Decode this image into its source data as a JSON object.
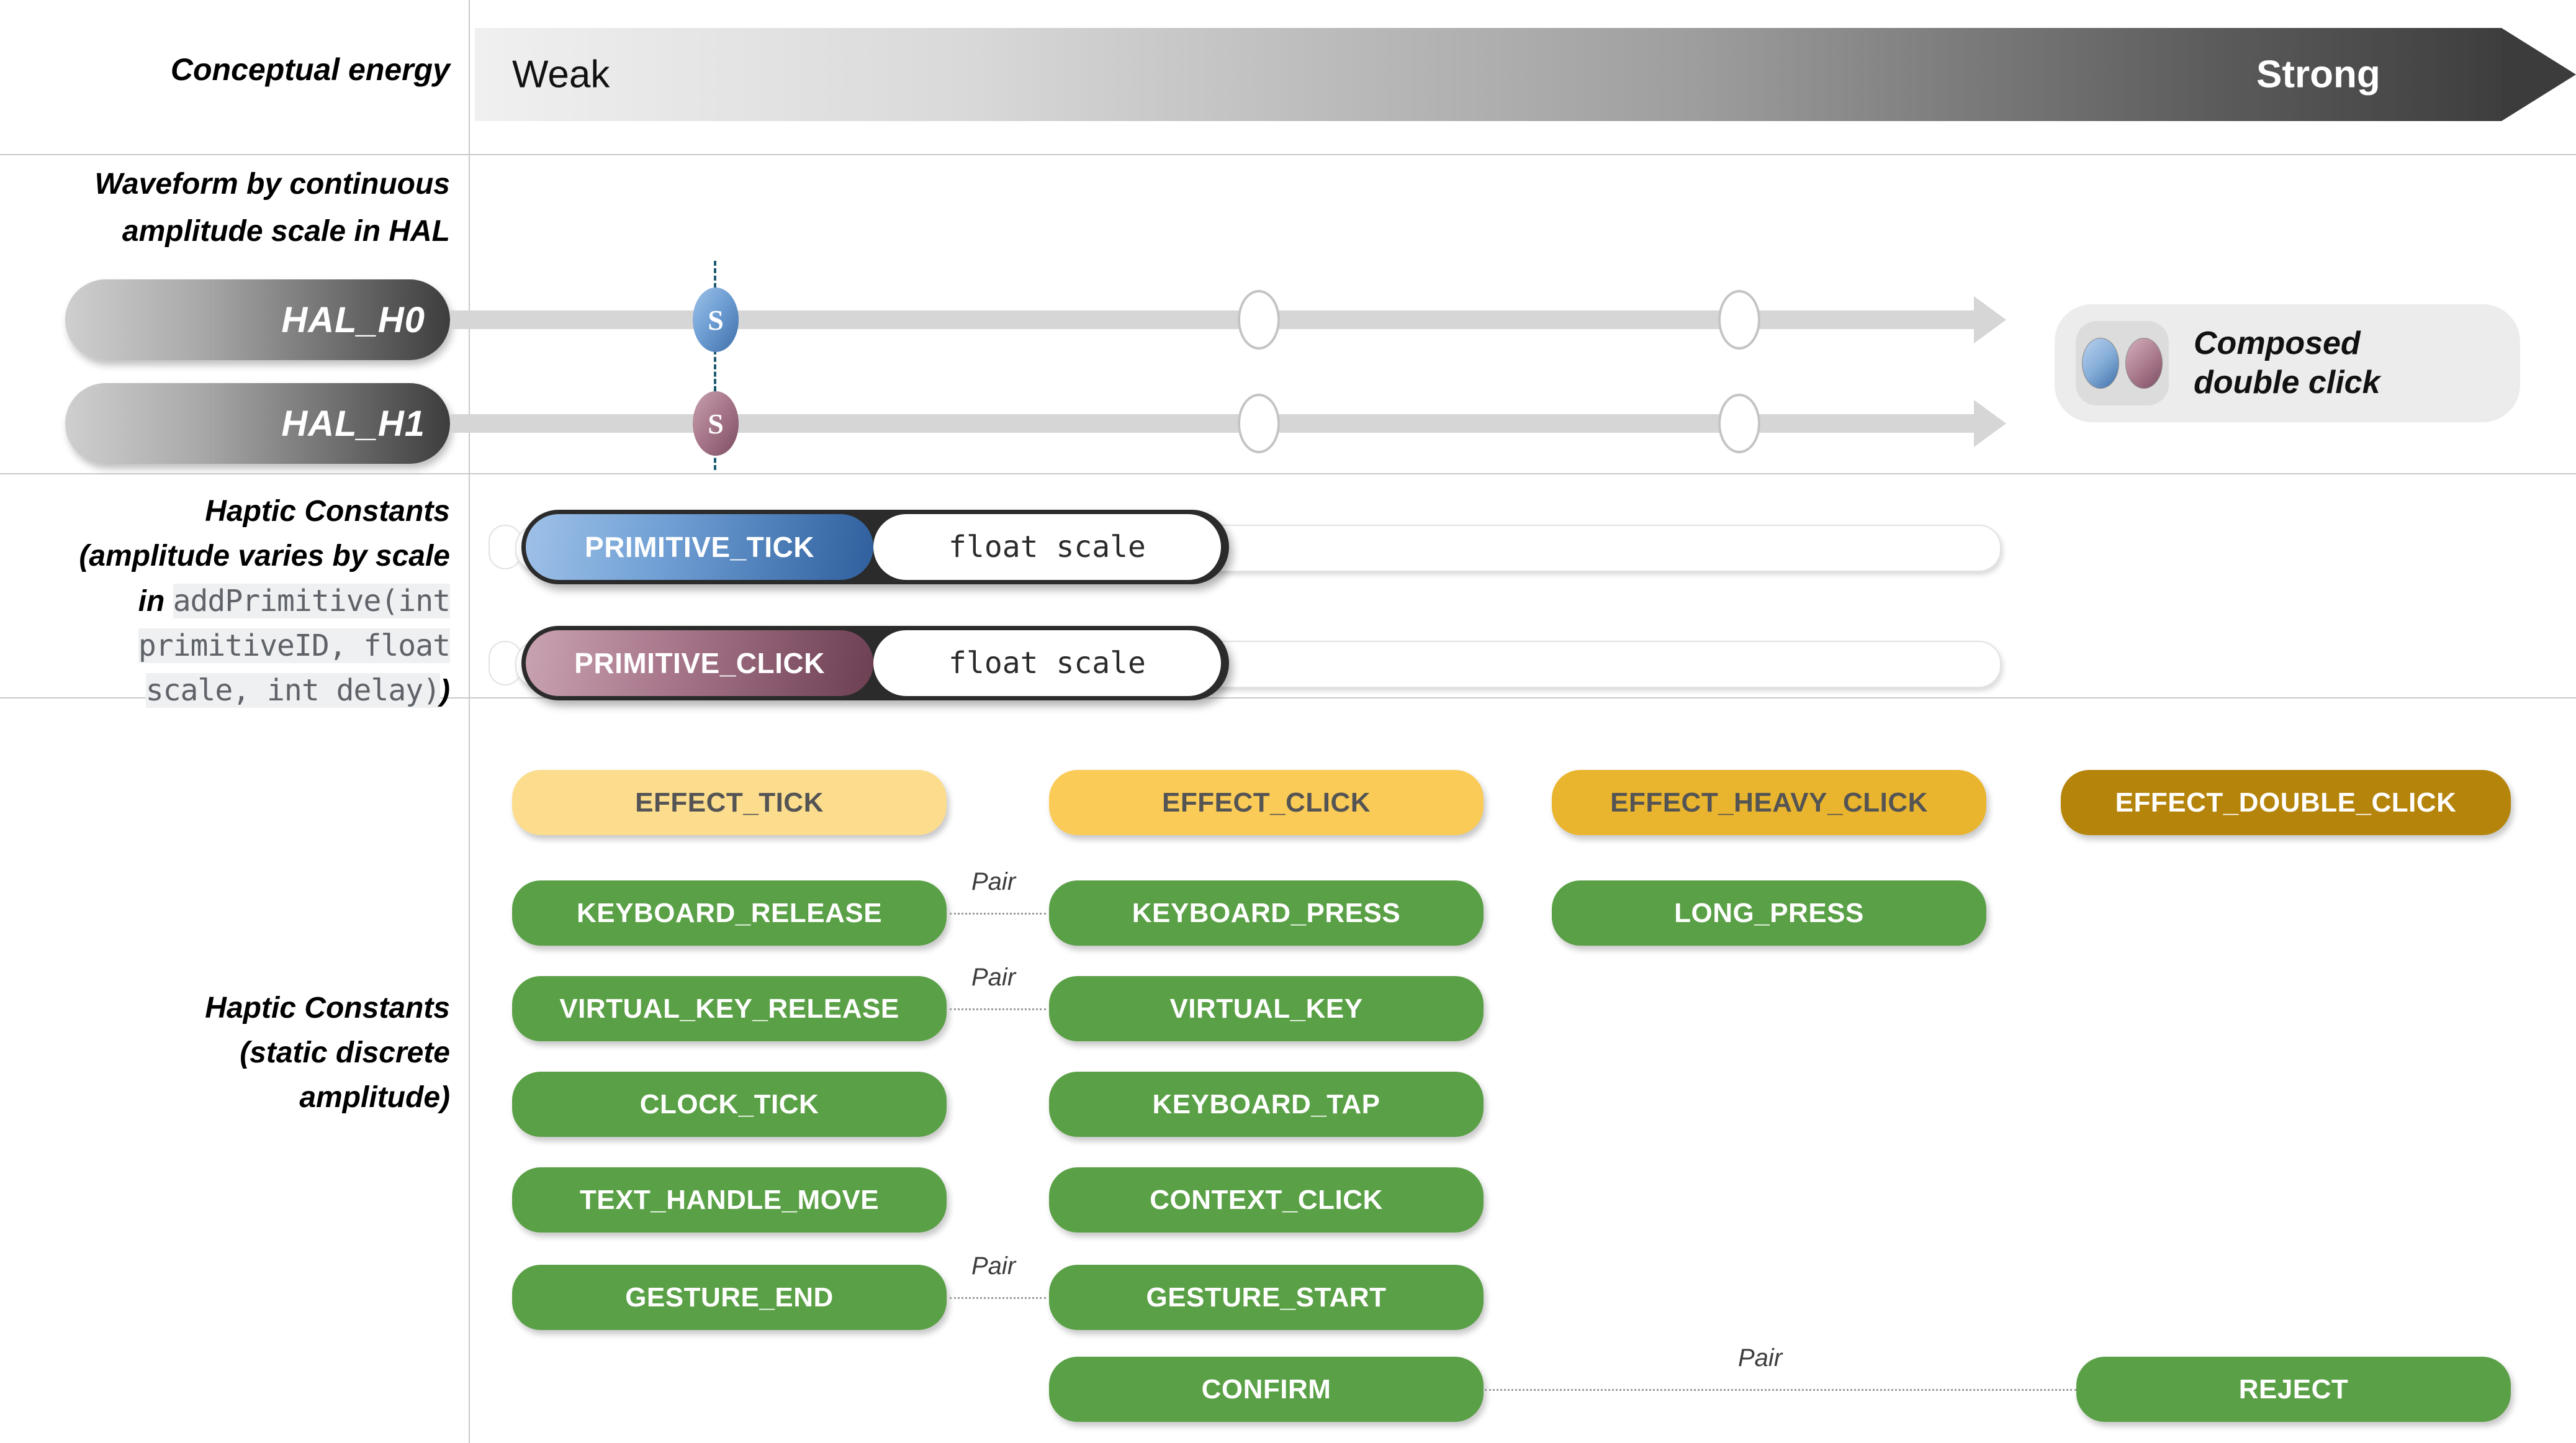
{
  "rows": {
    "energy": {
      "label": "Conceptual energy",
      "weak": "Weak",
      "strong": "Strong"
    },
    "waveform": {
      "label_line1": "Waveform by continuous",
      "label_line2": "amplitude scale in HAL",
      "chips": [
        {
          "name": "HAL_H0",
          "marker": "S",
          "marker_color": "#5f8fc4"
        },
        {
          "name": "HAL_H1",
          "marker": "S",
          "marker_color": "#9b7085"
        }
      ],
      "composed": {
        "line1": "Composed",
        "line2": "double click"
      }
    },
    "primitives": {
      "label_line1": "Haptic Constants",
      "label_line2": "(amplitude varies by scale",
      "label_line3_prefix": "in ",
      "label_code_line1": "addPrimitive(int",
      "label_code_line2": "primitiveID, float",
      "label_code_line3": "scale, int delay)",
      "label_close_paren": ")",
      "items": [
        {
          "name": "PRIMITIVE_TICK",
          "arg": "float scale",
          "accent": "#2f5f9d"
        },
        {
          "name": "PRIMITIVE_CLICK",
          "arg": "float scale",
          "accent": "#6d3f53"
        }
      ]
    },
    "constants": {
      "label_line1": "Haptic Constants",
      "label_line2": "(static discrete",
      "label_line3": "amplitude)",
      "effects": [
        {
          "label": "EFFECT_TICK",
          "bg": "#fcdd8e",
          "fg": "#545454"
        },
        {
          "label": "EFFECT_CLICK",
          "bg": "#fbcb57",
          "fg": "#545454"
        },
        {
          "label": "EFFECT_HEAVY_CLICK",
          "bg": "#eab52e",
          "fg": "#545454"
        },
        {
          "label": "EFFECT_DOUBLE_CLICK",
          "bg": "#b5840b",
          "fg": "#ffffff"
        }
      ],
      "green": "#56a game",
      "green_color": "#5aa046",
      "col1": [
        "KEYBOARD_RELEASE",
        "VIRTUAL_KEY_RELEASE",
        "CLOCK_TICK",
        "TEXT_HANDLE_MOVE",
        "GESTURE_END"
      ],
      "col2": [
        "KEYBOARD_PRESS",
        "VIRTUAL_KEY",
        "KEYBOARD_TAP",
        "CONTEXT_CLICK",
        "GESTURE_START",
        "CONFIRM"
      ],
      "col3": [
        "LONG_PRESS"
      ],
      "col4": [
        "REJECT"
      ],
      "pair_label": "Pair",
      "pairs": [
        {
          "label": "Pair"
        },
        {
          "label": "Pair"
        },
        {
          "label": "Pair"
        },
        {
          "label": "Pair"
        }
      ]
    }
  },
  "colors": {
    "green": "#5aa046",
    "rule": "#c9c9c9",
    "primitive_blue": "#2f5f9d",
    "primitive_mauve": "#6d3f53"
  }
}
